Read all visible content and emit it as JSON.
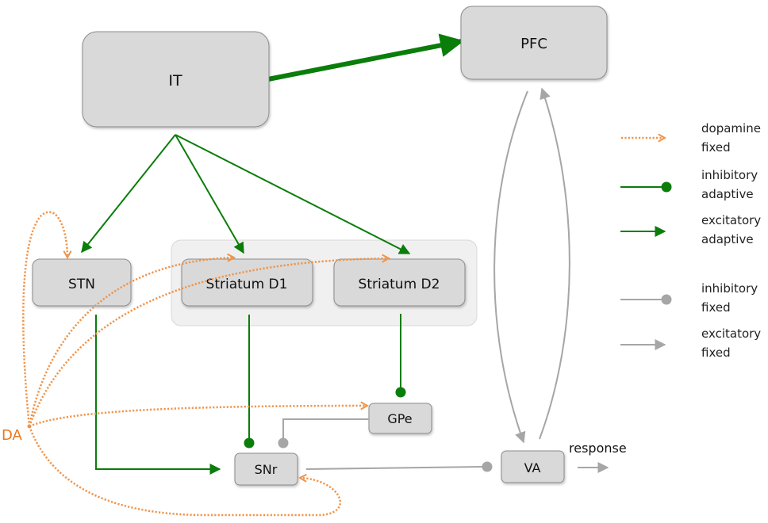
{
  "nodes": {
    "it": "IT",
    "pfc": "PFC",
    "stn": "STN",
    "d1": "Striatum D1",
    "d2": "Striatum D2",
    "gpe": "GPe",
    "snr": "SNr",
    "va": "VA",
    "da": "DA"
  },
  "labels": {
    "response": "response"
  },
  "legend": [
    {
      "line1": "dopamine",
      "line2": "fixed",
      "kind": "dopamine"
    },
    {
      "line1": "inhibitory",
      "line2": "adaptive",
      "kind": "inhibitory-adaptive"
    },
    {
      "line1": "excitatory",
      "line2": "adaptive",
      "kind": "excitatory-adaptive"
    },
    {
      "line1": "inhibitory",
      "line2": "fixed",
      "kind": "inhibitory-fixed"
    },
    {
      "line1": "excitatory",
      "line2": "fixed",
      "kind": "excitatory-fixed"
    }
  ],
  "colors": {
    "adaptive": "#0a7d0a",
    "fixed": "#a6a6a6",
    "dopamine": "#f0944a",
    "da_text": "#e87722",
    "node_fill": "#d9d9d9",
    "node_stroke": "#8c8c8c",
    "group_fill": "#f0f0f0"
  }
}
